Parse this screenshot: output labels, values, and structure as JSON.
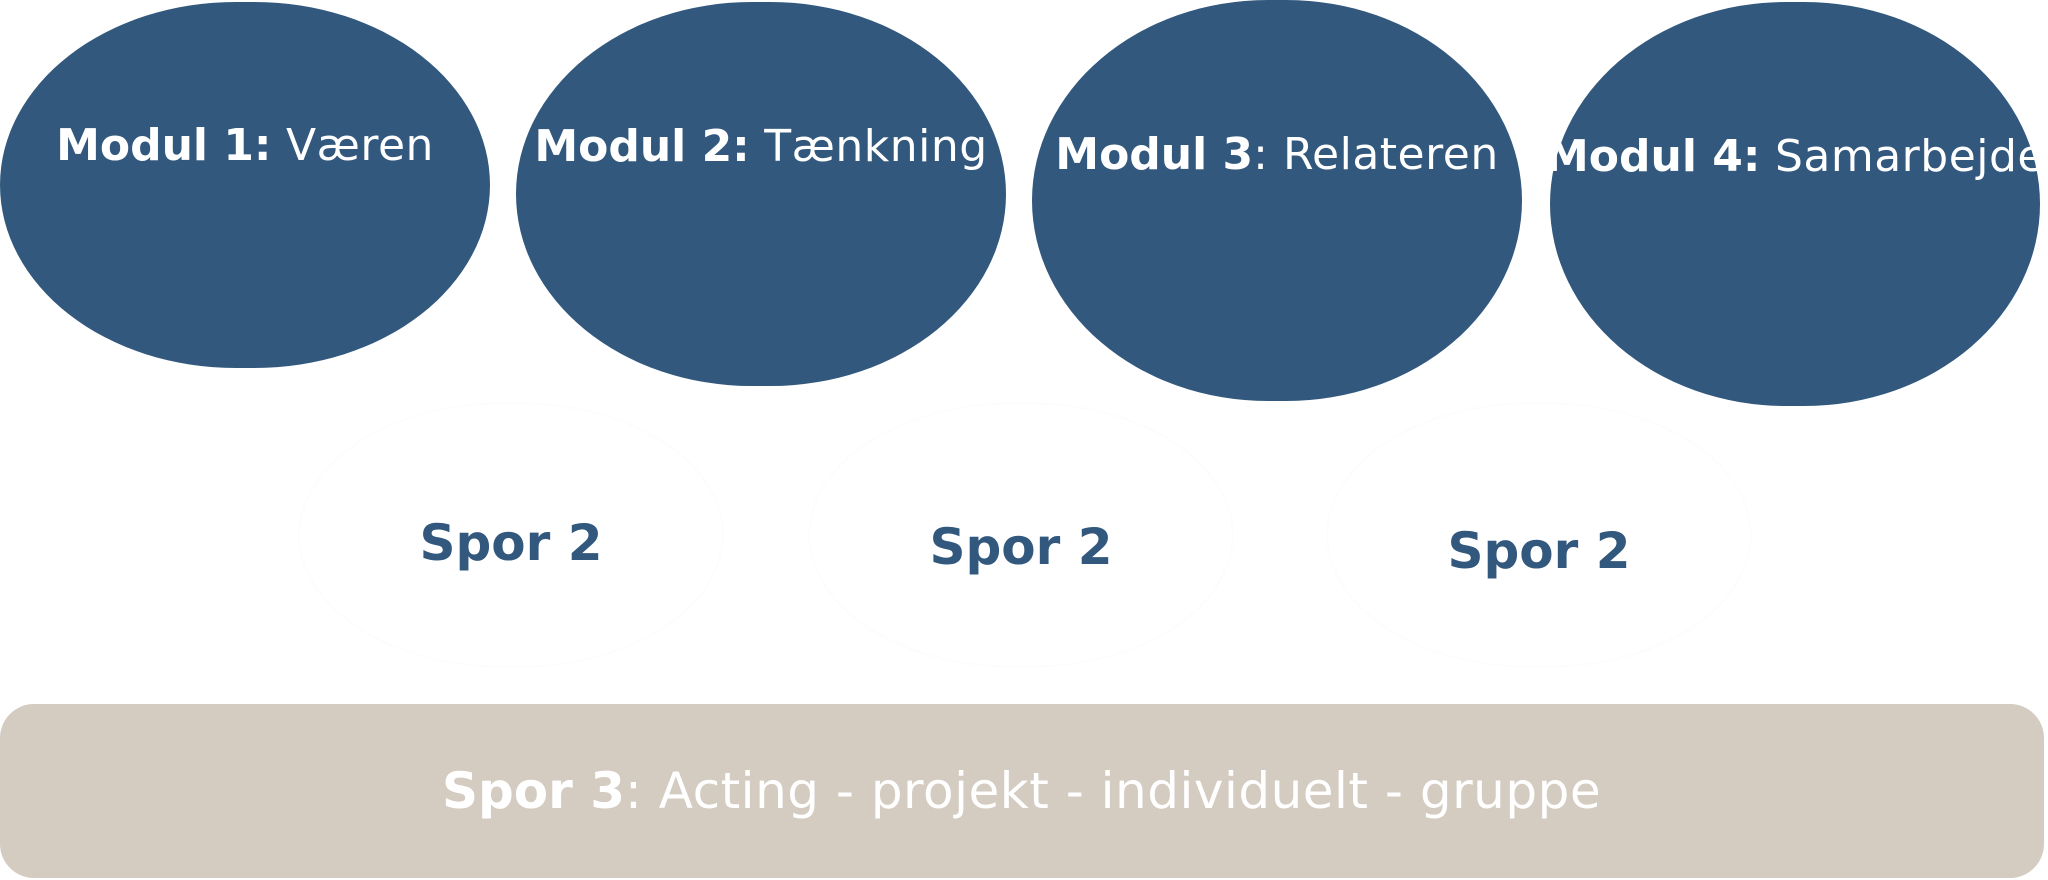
{
  "modules": [
    {
      "title": "Modul 1:",
      "subtitle": " Væren"
    },
    {
      "title": "Modul 2:",
      "subtitle": " Tænkning"
    },
    {
      "title": "Modul 3",
      "subtitle": ": Relateren"
    },
    {
      "title": "Modul 4:",
      "subtitle": " Samarbejde"
    }
  ],
  "tracks": [
    {
      "label": "Spor 2"
    },
    {
      "label": "Spor 2"
    },
    {
      "label": "Spor 2"
    }
  ],
  "base": {
    "title": "Spor 3",
    "subtitle": ": Acting - projekt - individuelt - gruppe"
  },
  "colors": {
    "module_fill": "#32587d",
    "base_fill": "#d4cbc1",
    "track_text": "#32587d"
  }
}
